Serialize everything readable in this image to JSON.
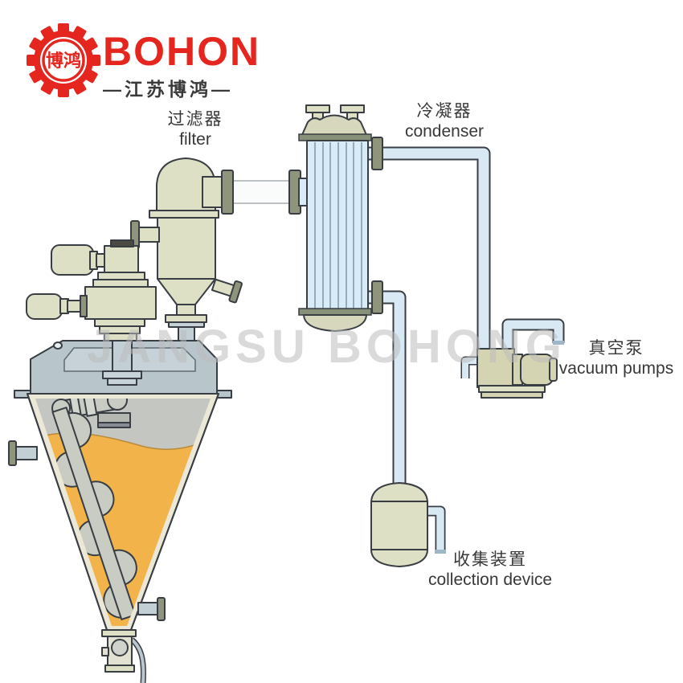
{
  "logo": {
    "brand": "BOHON",
    "subtitle": "—江苏博鸿—",
    "seal_text": "博鸿"
  },
  "watermark": "JANGSU BOHONG",
  "labels": {
    "filter": {
      "zh": "过滤器",
      "en": "filter"
    },
    "condenser": {
      "zh": "冷凝器",
      "en": "condenser"
    },
    "vacuum_pump": {
      "zh": "真空泵",
      "en": "vacuum pumps"
    },
    "collection": {
      "zh": "收集装置",
      "en": "collection device"
    }
  },
  "colors": {
    "brand_red": "#E5261F",
    "subtitle_text": "#3A3A3A",
    "label_text": "#383838",
    "watermark": "#BCBCBC",
    "outline": "#383E43",
    "vessel": "#DEE0C6",
    "vessel2": "#D5D4B2",
    "flange": "#8E957C",
    "cond_head": "#D7D7BD",
    "tube_sheet": "#879078",
    "shell": "#D9EBF6",
    "tube_line": "#93ACBE",
    "pipe": "#D9E9F4",
    "pipe_end": "#9FB6C6",
    "lid": "#B8C6CC",
    "lid_inner": "#C6D2D7",
    "steel_blue": "#C2CFD5",
    "cone_wall": "#ECE8D8",
    "material": "#F2B44A",
    "headspace": "#C4C6C1",
    "screw": "#C9CCC3"
  }
}
